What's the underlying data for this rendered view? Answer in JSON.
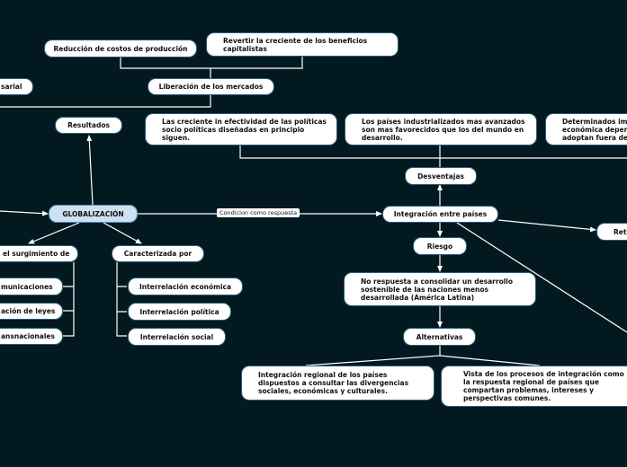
{
  "nodes": {
    "reduccion": "Reducción de costos de producción",
    "revertir": "Revertir la creciente de los beneficios capitalistas",
    "empresarial": "sarial",
    "liberacion": "Liberación de los mercados",
    "resultados": "Resultados",
    "creciente": "Las creciente in efectividad de las políticas socio políticas diseñadas en principio siguen.",
    "paises_ind": "Los países industrializados mas avanzados son mas favorecidos que los del mundo en desarrollo.",
    "determinados": "Determinados imp económica depend adoptan fuera de l",
    "desventajas": "Desventajas",
    "globalizacion": "GLOBALIZACIÓN",
    "integracion": "Integración entre países",
    "retos": "Reto",
    "surgimiento": "el surgimiento de",
    "caracterizada": "Caracterizada por",
    "riesgo": "Riesgo",
    "comunicaciones": "municaciones",
    "leyes": "ación de leyes",
    "transnacionales": "ansnacionales",
    "interrel_econ": "Interrelación económica",
    "interrel_pol": "Interrelación política",
    "interrel_soc": "Interrelación social",
    "no_respuesta": "No respuesta a consolidar un desarrollo sostenible de las naciones menos desarrollada (América Latina)",
    "alternativas": "Alternativas",
    "integ_regional": "Integración regional de los países dispuestos a consultar las divergencias sociales, económicas y culturales.",
    "vista_procesos": "Vista de los procesos de integración como la respuesta regional de países que compartan problemas, intereses y perspectivas comunes."
  },
  "edge_labels": {
    "condicion": "Condicion como respuesta"
  }
}
